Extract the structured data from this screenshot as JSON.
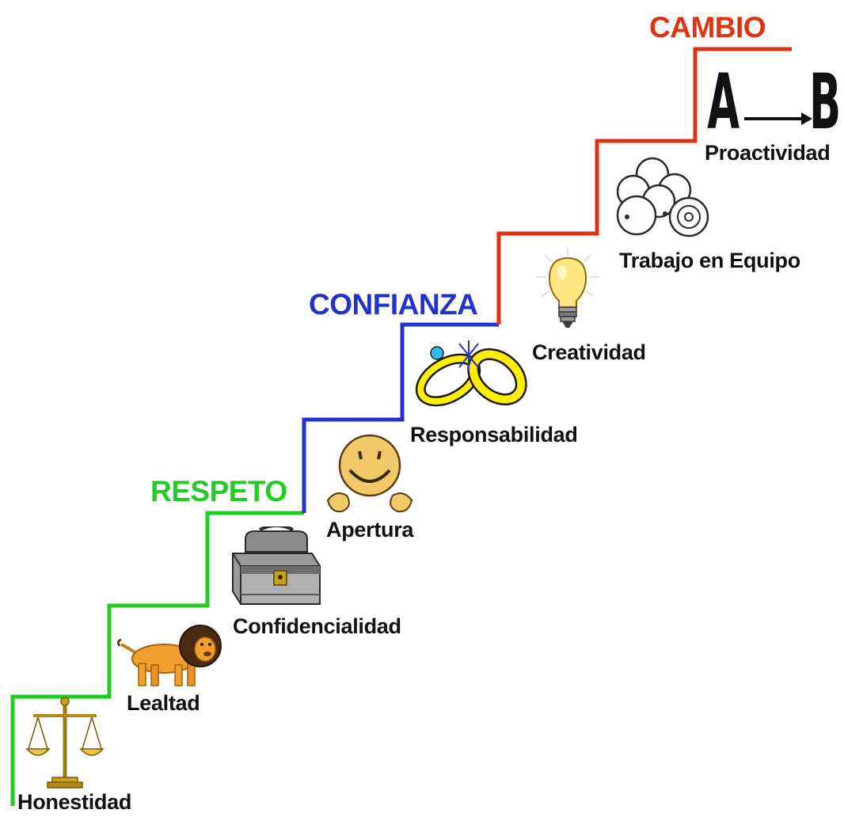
{
  "colors": {
    "respeto": "#22cc22",
    "confianza": "#2233cc",
    "cambio": "#dd3311",
    "text": "#111111",
    "background": "#ffffff"
  },
  "sections": [
    {
      "label": "RESPETO",
      "color": "#22cc22"
    },
    {
      "label": "CONFIANZA",
      "color": "#2233cc"
    },
    {
      "label": "CAMBIO",
      "color": "#dd3311"
    }
  ],
  "steps": [
    {
      "label": "Honestidad",
      "icon": "scales-icon"
    },
    {
      "label": "Lealtad",
      "icon": "lion-icon"
    },
    {
      "label": "Confidencialidad",
      "icon": "chest-icon"
    },
    {
      "label": "Apertura",
      "icon": "smiley-icon"
    },
    {
      "label": "Responsabilidad",
      "icon": "rings-icon"
    },
    {
      "label": "Creatividad",
      "icon": "lightbulb-icon"
    },
    {
      "label": "Trabajo en Equipo",
      "icon": "circles-icon"
    },
    {
      "label": "Proactividad",
      "icon": "a-to-b-icon"
    }
  ],
  "proactivity_icon": {
    "from": "A",
    "to": "B"
  }
}
